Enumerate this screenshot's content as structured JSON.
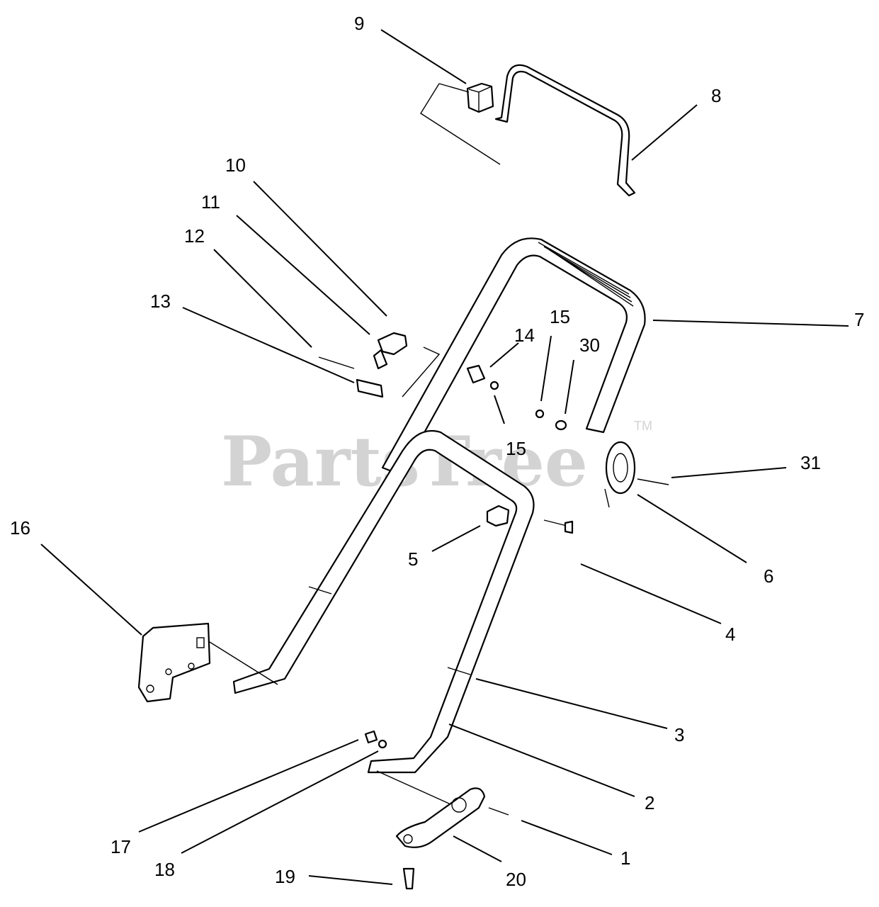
{
  "watermark": {
    "brand": "PartsTree",
    "tm": "TM"
  },
  "callouts": {
    "c1": "1",
    "c2": "2",
    "c3": "3",
    "c4": "4",
    "c5": "5",
    "c6": "6",
    "c7": "7",
    "c8": "8",
    "c9": "9",
    "c10": "10",
    "c11": "11",
    "c12": "12",
    "c13": "13",
    "c14": "14",
    "c15a": "15",
    "c15b": "15",
    "c16": "16",
    "c17": "17",
    "c18": "18",
    "c19": "19",
    "c20": "20",
    "c30": "30",
    "c31": "31"
  }
}
